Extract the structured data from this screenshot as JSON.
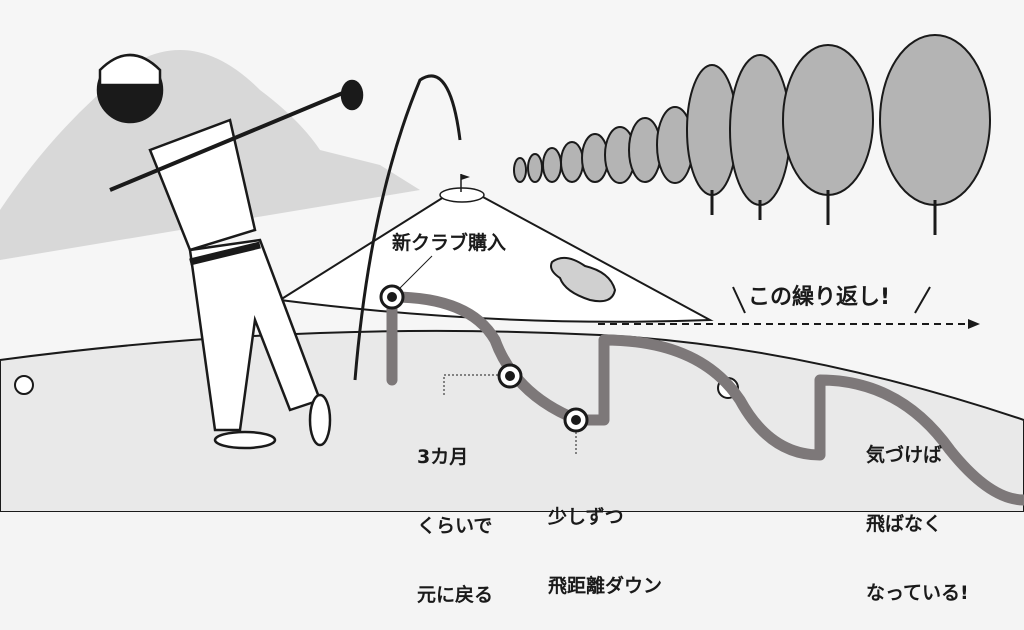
{
  "labels": {
    "new_club": "新クラブ購入",
    "back_to_original_line1": "3カ月",
    "back_to_original_line2": "くらいで",
    "back_to_original_line3": "元に戻る",
    "distance_down_line1": "少しずつ",
    "distance_down_line2": "飛距離ダウン",
    "repeat": "この繰り返し!",
    "result_line1": "気づけば",
    "result_line2": "飛ばなく",
    "result_line3": "なっている!"
  },
  "colors": {
    "path": "#7d7879",
    "fairway_ground": "#e9e9e9",
    "trees": "#b4b4b4",
    "ink": "#1a1a1a"
  }
}
